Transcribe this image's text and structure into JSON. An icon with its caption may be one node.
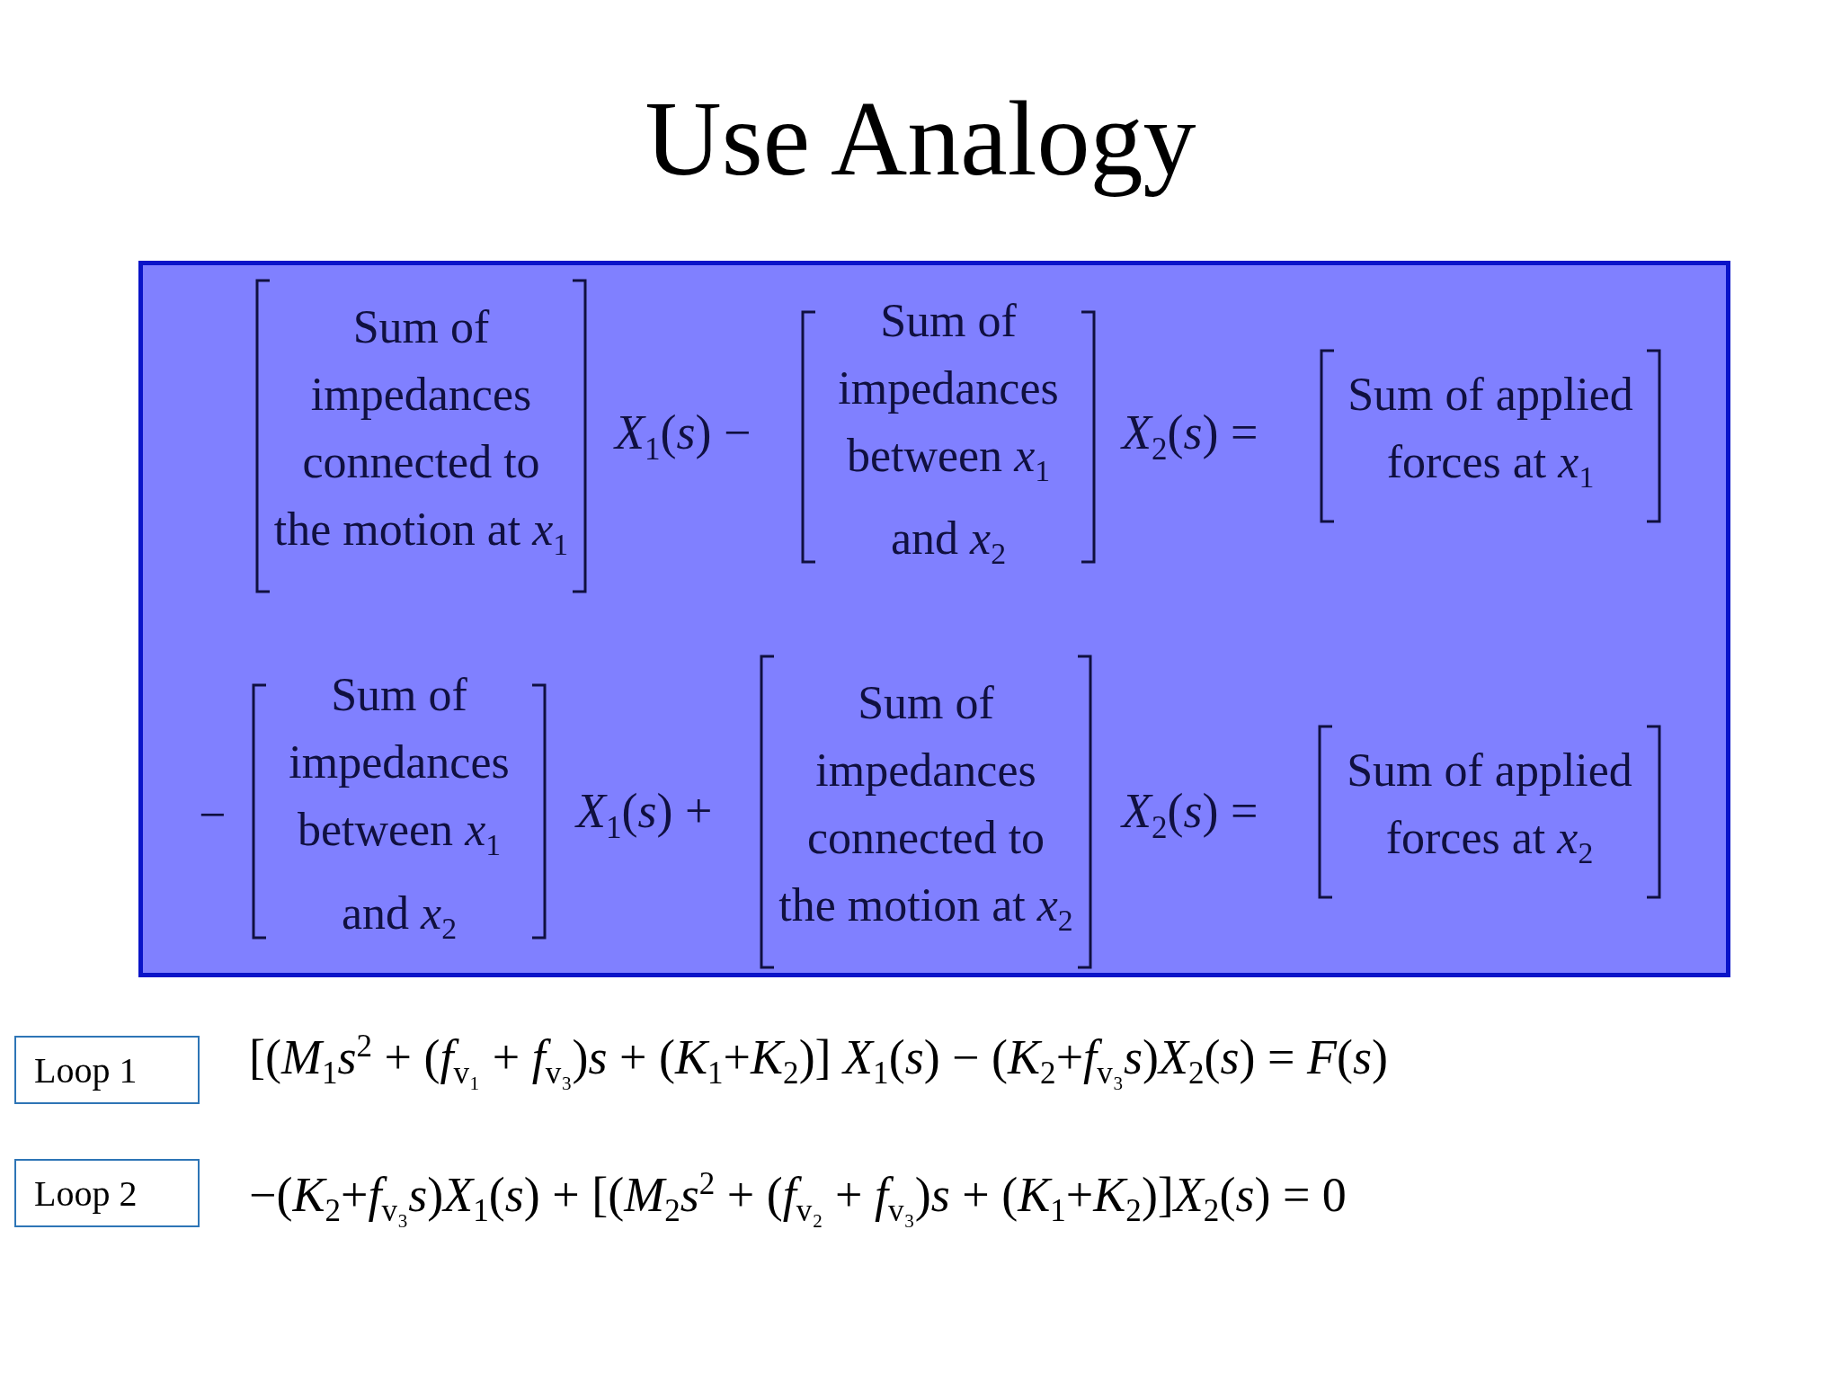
{
  "diagram": {
    "title": "Use Analogy",
    "nodes": [
      {
        "text": [
          "Sum of impedances connected to the motion at *x*$_{1}$",
          "*X*$_{1}$(*s*) −",
          "Sum of impedances between *x*$_{1}$ and *x*$_{2}$",
          "*X*$_{2}$(*s*) =",
          "Sum of applied forces at *x*$_{1}$",
          "−",
          "Sum of impedances between *x*$_{1}$ and *x*$_{2}$",
          "*X*$_{1}$(*s*) +",
          "Sum of impedances connected to the motion at *x*$_{2}$",
          "*X*$_{2}$(*s*) =",
          "Sum of applied forces at *x*$_{2}$"
        ]
      },
      {
        "text": [
          "Loop 1"
        ]
      },
      {
        "text": [
          "Loop 2"
        ]
      }
    ],
    "edges": [],
    "labels": [
      "[(*M*$_{1}$*s*$^{2}$ + (*f*$_{v₁}$ + *f*$_{v₃}$)*s* + (*K*$_{1}$+*K*$_{2}$)] *X*$_{1}$(*s*) − (*K*$_{2}$+*f*$_{v₃}$*s*)*X*$_{2}$(*s*) = *F*(*s*)",
      "−(*K*$_{2}$+*f*$_{v₃}$*s*)*X*$_{1}$(*s*) + [(*M*$_{2}$*s*$^{2}$ + (*f*$_{v₂}$ + *f*$_{v₃}$)*s* + (*K*$_{1}$+*K*$_{2}$)]*X*$_{2}$(*s*) = 0"
    ]
  }
}
